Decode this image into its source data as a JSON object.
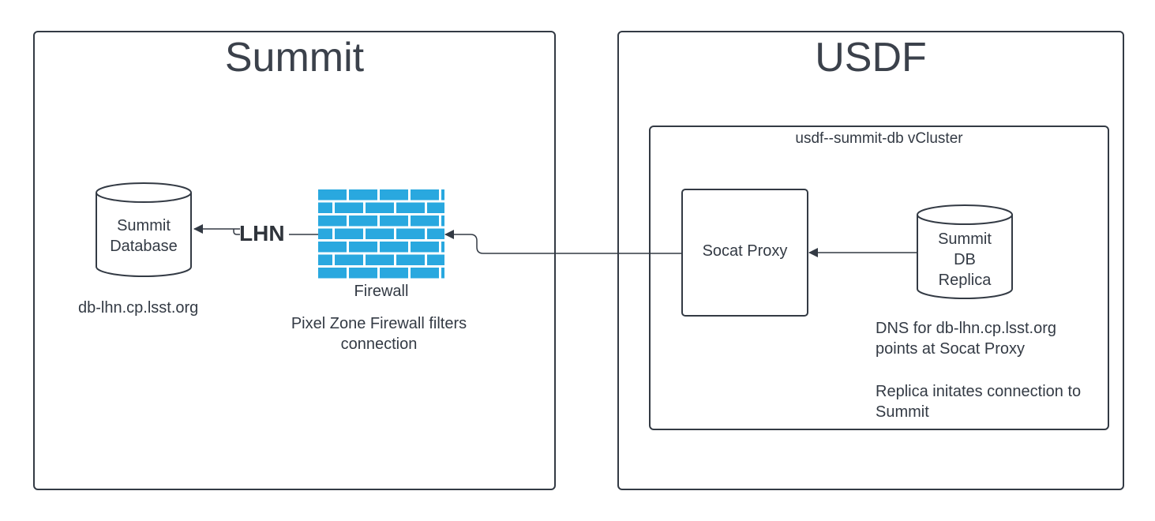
{
  "zones": {
    "summit": {
      "title": "Summit"
    },
    "usdf": {
      "title": "USDF"
    }
  },
  "cluster": {
    "title": "usdf--summit-db vCluster"
  },
  "nodes": {
    "summit_db": {
      "label_line1": "Summit",
      "label_line2": "Database",
      "caption": "db-lhn.cp.lsst.org"
    },
    "firewall": {
      "label": "Firewall",
      "caption_line1": "Pixel Zone Firewall filters",
      "caption_line2": "connection",
      "icon": "brick-wall-icon",
      "color": "#29a8df"
    },
    "socat": {
      "label": "Socat Proxy"
    },
    "replica": {
      "label_line1": "Summit",
      "label_line2": "DB",
      "label_line3": "Replica"
    }
  },
  "edges": {
    "lhn": {
      "label": "LHN"
    }
  },
  "notes": {
    "dns_line1": "DNS for db-lhn.cp.lsst.org",
    "dns_line2": "points at Socat Proxy",
    "replica_line1": "Replica initates connection to",
    "replica_line2": "Summit"
  },
  "colors": {
    "stroke": "#333a44",
    "firewall": "#29a8df"
  }
}
